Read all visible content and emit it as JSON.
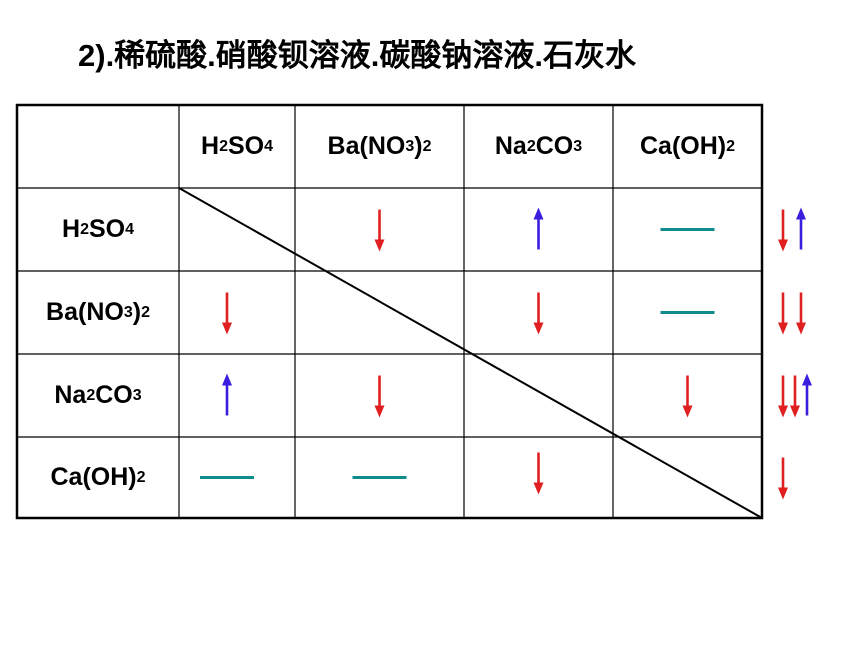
{
  "slide_title": "2).稀硫酸.硝酸钡溶液.碳酸钠溶液.石灰水",
  "table": {
    "columns": [
      {
        "base1": "H",
        "sub1": "2",
        "base2": "SO",
        "sub2": "4"
      },
      {
        "base1": "Ba(NO",
        "sub1": "3",
        "base2": ")",
        "sub2": "2"
      },
      {
        "base1": "Na",
        "sub1": "2",
        "base2": "CO",
        "sub2": "3"
      },
      {
        "base1": "Ca(OH)",
        "sub1": "2",
        "base2": "",
        "sub2": ""
      }
    ],
    "rows": [
      {
        "base1": "H",
        "sub1": "2",
        "base2": "SO",
        "sub2": "4"
      },
      {
        "base1": "Ba(NO",
        "sub1": "3",
        "base2": ")",
        "sub2": "2"
      },
      {
        "base1": "Na",
        "sub1": "2",
        "base2": "CO",
        "sub2": "3"
      },
      {
        "base1": "Ca(OH)",
        "sub1": "2",
        "base2": "",
        "sub2": ""
      }
    ],
    "cells": [
      [
        "",
        "down",
        "up",
        "none"
      ],
      [
        "down",
        "",
        "down",
        "none"
      ],
      [
        "up",
        "down",
        "",
        "down"
      ],
      [
        "none",
        "none",
        "down",
        ""
      ]
    ],
    "row_summaries": [
      [
        "down",
        "up"
      ],
      [
        "down",
        "down"
      ],
      [
        "down",
        "down",
        "up"
      ],
      [
        "down"
      ]
    ]
  },
  "colors": {
    "precipitate": "#e02020",
    "gas": "#3a1ee0",
    "no_reaction": "#108c8c",
    "border": "#000000"
  }
}
